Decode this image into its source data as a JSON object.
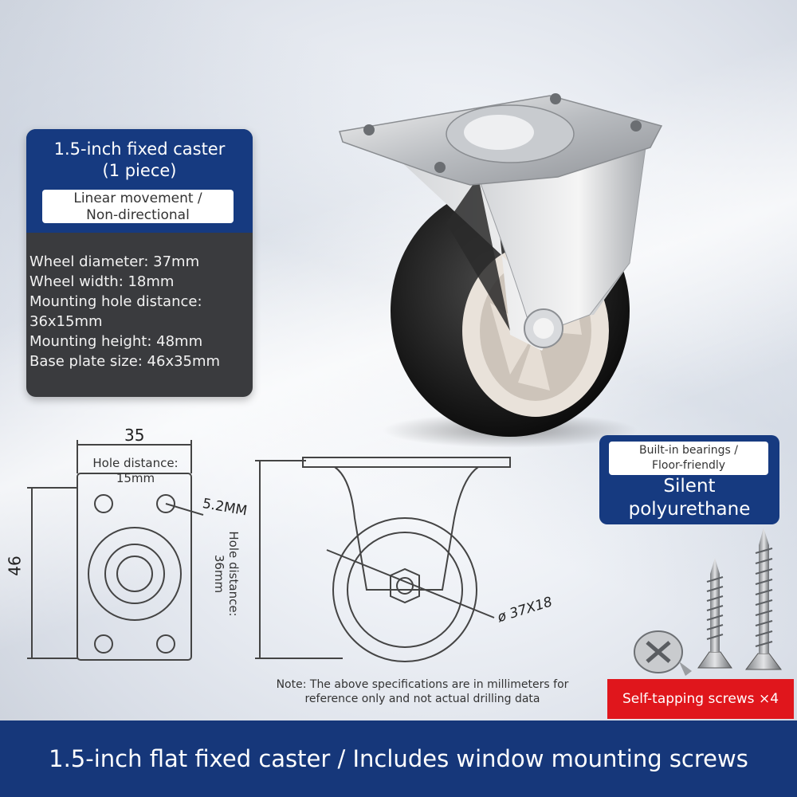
{
  "spec_card": {
    "title": "1.5-inch fixed caster\n(1 piece)",
    "pill": "Linear movement /\nNon-directional",
    "specs": [
      "Wheel diameter: 37mm",
      "Wheel width: 18mm",
      "Mounting hole distance:",
      "36x15mm",
      "Mounting height: 48mm",
      "Base plate size: 46x35mm"
    ]
  },
  "badge": {
    "pill": "Built-in bearings /\nFloor-friendly",
    "title": "Silent\npolyurethane"
  },
  "screws_label": "Self-tapping screws ×4",
  "banner": "1.5-inch flat fixed caster / Includes window mounting screws",
  "drawing": {
    "width_dim": "35",
    "height_dim": "46",
    "hole_distance_short": "Hole distance:\n15mm",
    "hole_distance_long": "Hole distance:\n36mm",
    "hole_diameter": "5.2MM",
    "wheel_size": "ø 37X18",
    "note": "Note: The above specifications are in millimeters for\nreference only and not actual drilling data"
  },
  "colors": {
    "navy": "#163a80",
    "card_dark": "#3a3b3e",
    "red": "#e0161c"
  }
}
